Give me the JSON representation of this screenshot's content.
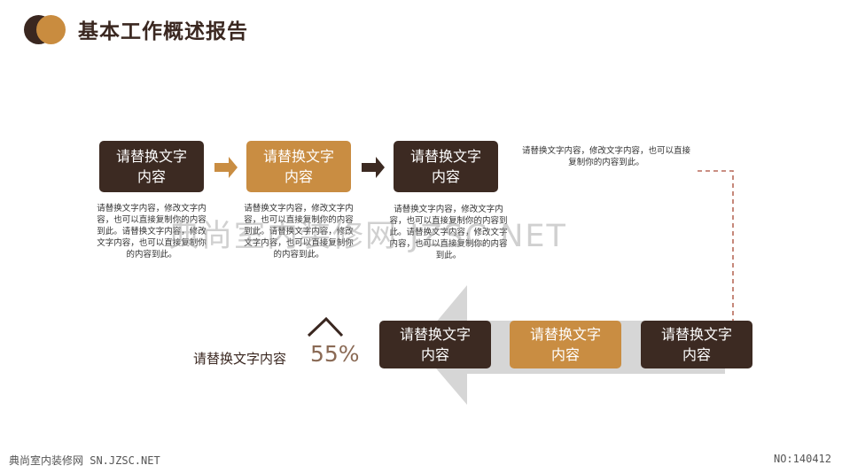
{
  "header": {
    "title": "基本工作概述报告"
  },
  "top_row": {
    "boxes": [
      {
        "label": "请替换文字\n内容"
      },
      {
        "label": "请替换文字\n内容"
      },
      {
        "label": "请替换文字\n内容"
      }
    ],
    "descriptions": [
      "请替换文字内容，修改文字内容，也可以直接复制你的内容到此。请替换文字内容，修改文字内容，也可以直接复制你的内容到此。",
      "请替换文字内容，修改文字内容，也可以直接复制你的内容到此。请替换文字内容，修改文字内容，也可以直接复制你的内容到此。",
      "请替换文字内容，修改文字内容，也可以直接复制你的内容到此。请替换文字内容，修改文字内容，也可以直接复制你的内容到此。"
    ],
    "side_text": "请替换文字内容，修改文字内容，也可以直接复制你的内容到此。"
  },
  "bottom_row": {
    "boxes": [
      {
        "label": "请替换文字\n内容"
      },
      {
        "label": "请替换文字\n内容"
      },
      {
        "label": "请替换文字\n内容"
      }
    ]
  },
  "progress": {
    "label": "请替换文字内容",
    "value_text": "55%"
  },
  "watermark": "典尚室内装修网 JZSC.NET",
  "footer": {
    "left": "典尚室内装修网 SN.JZSC.NET",
    "right": "NO:140412"
  },
  "colors": {
    "dark": "#3c2a22",
    "orange": "#c98d42",
    "dashed": "#b86a5a"
  }
}
